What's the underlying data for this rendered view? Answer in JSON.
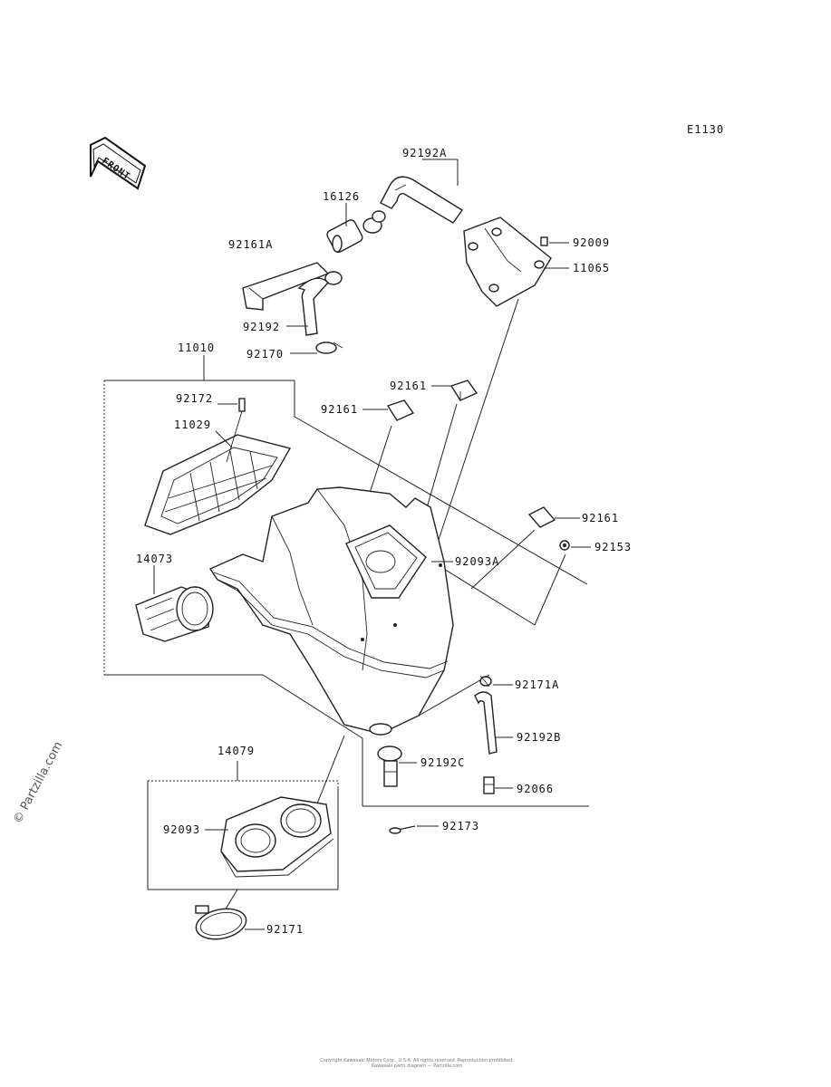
{
  "diagram_code": "E1130",
  "front_label": "FRONT",
  "watermark": "© Partzilla.com",
  "copyright_line1": "Copyright Kawasaki Motors Corp., U.S.A. All rights reserved. Reproduction prohibited.",
  "copyright_line2": "Kawasaki parts diagram — Partzilla.com",
  "parts": {
    "p92192A": "92192A",
    "p16126": "16126",
    "p92161A": "92161A",
    "p92009": "92009",
    "p11065": "11065",
    "p92192": "92192",
    "p92170": "92170",
    "p11010": "11010",
    "p92172": "92172",
    "p11029": "11029",
    "p92161_top": "92161",
    "p92161_left": "92161",
    "p92161_right": "92161",
    "p92153": "92153",
    "p14073": "14073",
    "p92093A": "92093A",
    "p92171A": "92171A",
    "p92192B": "92192B",
    "p92192C": "92192C",
    "p92066": "92066",
    "p14079": "14079",
    "p92093": "92093",
    "p92173": "92173",
    "p92171": "92171"
  }
}
